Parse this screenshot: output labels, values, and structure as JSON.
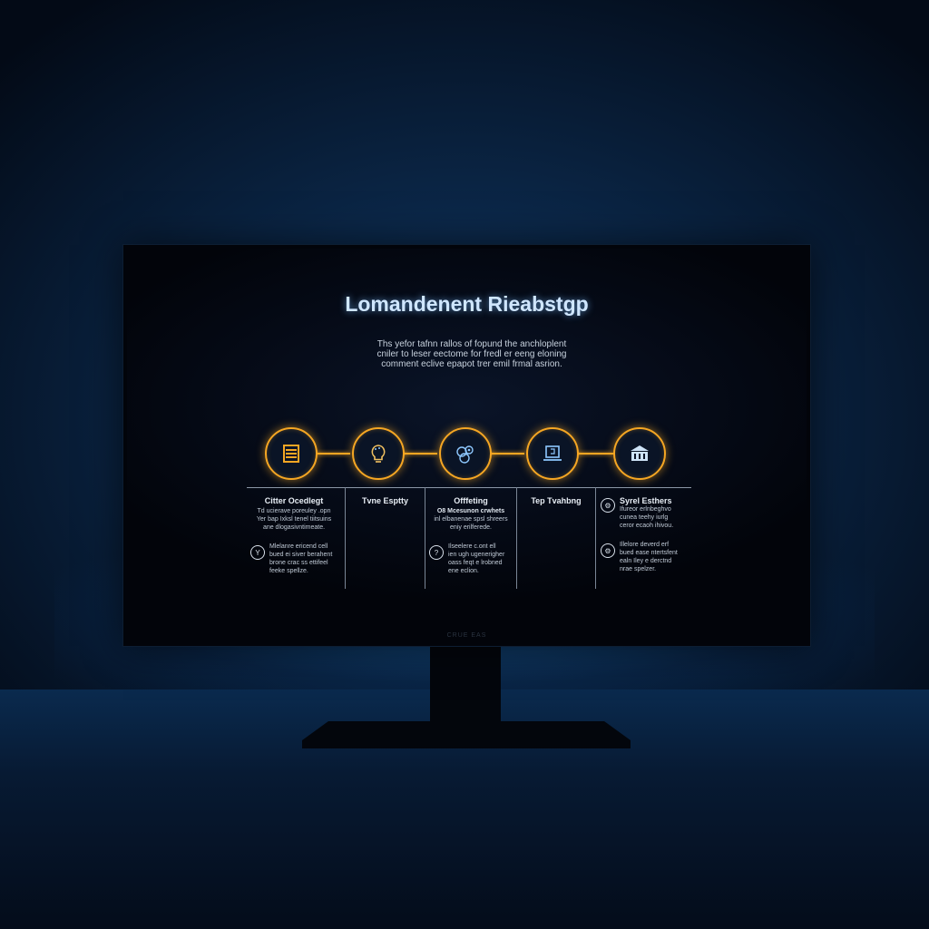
{
  "screen": {
    "title": "Lomandenent Rieabstgp",
    "subtitle_lines": [
      "Ths yefor tafnn rallos of fopund the anchloplent",
      "cniler to leser eectome for fredl er eeng eloning",
      "comment eclive epapot trer emil frmal asrion."
    ],
    "brand_label": "CRUE EAS"
  },
  "timeline": {
    "nodes": [
      {
        "icon": "document-list-icon"
      },
      {
        "icon": "lightbulb-icon"
      },
      {
        "icon": "network-gear-icon"
      },
      {
        "icon": "laptop-icon"
      },
      {
        "icon": "bank-building-icon"
      }
    ]
  },
  "columns": [
    {
      "heading": "Citter Ocedlegt",
      "text_lines": [
        "Td ucierave poreuley .opn",
        "Yer bap Ixksl tenel tiitsuins",
        "ane dlogasivntimeate."
      ],
      "item": {
        "icon": "tool-icon",
        "glyph": "Y",
        "lines": [
          "Mlelanre ericend cell",
          "bued ei siver berahent",
          "brone crac ss ettifeel",
          "feeke spellze."
        ]
      }
    },
    {
      "heading": "Tvne Esptty",
      "text_lines": [],
      "item": null
    },
    {
      "heading": "Offfeting",
      "text_lines": [
        "O8 Mcesunon crwhets",
        "inl elbanenae spsl shreers",
        "eniy erilferede."
      ],
      "item": {
        "icon": "question-icon",
        "glyph": "?",
        "lines": [
          "Ilseelere c.ont ell",
          "ien ugh ugenerigher",
          "oass feqt e lrobned",
          "ene eclion."
        ]
      }
    },
    {
      "heading": "Tep Tvahbng",
      "text_lines": [],
      "item": null
    },
    {
      "heading": "Syrel Esthers",
      "heading_icon": "gear-icon",
      "text_lines": [
        "Ifureor erlnbeghvo",
        "cunea teehy iurlg",
        "ceror ecaoh ihivou."
      ],
      "item": {
        "icon": "gear-icon",
        "glyph": "⚙",
        "lines": [
          "Illelore deverd erf",
          "bued ease ntertsfent",
          "ealn Iley e derctnd",
          "nrae spelzer."
        ]
      }
    }
  ],
  "colors": {
    "accent_orange": "#f5a623",
    "title_glow": "#cfe6ff",
    "icon_blue": "#8ec8ff",
    "background_blue": "#0b2748"
  }
}
